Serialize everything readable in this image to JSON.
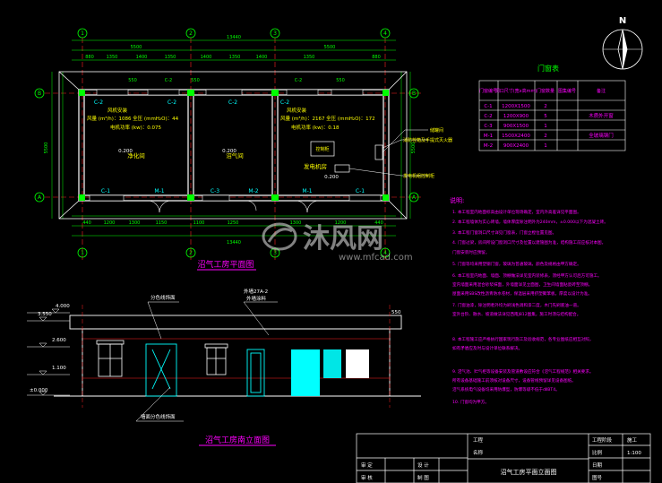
{
  "plan": {
    "title": "沼气工房平面图",
    "grid_top": [
      "1",
      "2",
      "3",
      "4"
    ],
    "grid_side": [
      "A",
      "B"
    ],
    "total_dim": "13440",
    "half_dims": [
      "5500",
      "5500"
    ],
    "wall_end": "880",
    "top_segments": [
      "880",
      "1350",
      "1400",
      "1350",
      "1400",
      "1350",
      "1400",
      "1350",
      "880"
    ],
    "bottom_segments": [
      "440",
      "1200",
      "1300",
      "1150",
      "1100",
      "1250",
      "1300",
      "1200",
      "440"
    ],
    "side_dim": "5500",
    "room_codes": [
      "C-2",
      "C-2",
      "C-2",
      "C-2",
      "C-1",
      "M-1",
      "C-3",
      "M-2",
      "M-1",
      "C-1"
    ],
    "top_codes": [
      "550",
      "C-2",
      "C-2",
      "550",
      "550"
    ],
    "room_names": [
      "净化间",
      "沼气间",
      "发电机房"
    ],
    "elevations": [
      "0.200",
      "0.200",
      "0.200"
    ],
    "vent_label": "风机安装",
    "spec_left": [
      "风量 (m³/h)：1086  全压 (mmH₂O)：44",
      "电机功率 (kw)：0.075"
    ],
    "spec_right": [
      "风量 (m³/h)：2167  全压 (mmH₂O)：172",
      "电机功率 (kw)：0.18"
    ],
    "equip_label": "控制柜",
    "notes_right": [
      "储罐间",
      "消防栓箱及手提式灭火器",
      "发电机组控制柜"
    ]
  },
  "door_table": {
    "title": "门窗表",
    "headers": [
      "门窗编号",
      "洞口尺寸(宽x高mm)",
      "门窗数量",
      "图集编号",
      "备注"
    ],
    "rows": [
      [
        "C-1",
        "1200X1500",
        "2",
        "",
        ""
      ],
      [
        "C-2",
        "1200X900",
        "5",
        "",
        "木质外开窗"
      ],
      [
        "C-3",
        "900X1500",
        "1",
        "",
        ""
      ],
      [
        "M-1",
        "1500X2400",
        "2",
        "",
        "全玻璃钢门"
      ],
      [
        "M-2",
        "900X2400",
        "1",
        "",
        ""
      ]
    ]
  },
  "notes": {
    "heading": "说明:",
    "lines": [
      "1. 本工程室内地面标高由设计单位现场确定，室内外高差详见平面图。",
      "2. 本工程墙体为实心砖墙，墙体厚度除注明外为240mm，±0.000以下为混凝土砖。",
      "3. 本工程门窗洞口尺寸详见门窗表，门窗立樘位置见图。",
      "4. 门窗过梁，房间所设门窗洞口尺寸及位置以建施图为准，结构施工前应核对本图，",
      "   门窗安装时应预留。",
      "5. 门窗等均采用塑钢门窗，玻璃为普通玻璃，颜色及规格由甲方确定。",
      "6. 本工程室内地面、墙面、顶棚做法详见室内装修表，须经甲方认可后方可施工。",
      "   室内墙面采用混合砂浆抹面，外墙面详见立面图，卫生间墙面贴瓷砖至顶棚。",
      "   屋面采用SBS改性沥青防水卷材，保温层采用挤塑聚苯板，厚度以设计为准。",
      "7. 门窗油漆，除注明者外均为刷浅色调和漆二度，木门先刷底油一道。",
      "   室外台阶、散水、坡道做法详见西南J812图集，施工时须与结构配合。",
      "8. 本工程施工应严格执行国家现行施工及验收规范，各专业图纸应相互对照，",
      "   如有矛盾应及时与设计单位联系解决。",
      "9. 沼气池、贮气柜等设备安装及管道敷设应符合《沼气工程规范》相关要求。",
      "   所有设备基础施工前须核对设备尺寸，设备管线预留详见设备图纸。",
      "   沼气系统电气设备均采用防爆型，防爆等级不低于dⅡBT4。",
      "10. 门窗均为甲方。"
    ]
  },
  "elevation": {
    "title": "沼气工房南立面图",
    "levels": [
      "4.000",
      "3.550",
      "2.600",
      "1.100",
      "±0.000"
    ],
    "callout_left": "分色线饰面",
    "callout_right": [
      "外墙27A-2",
      "外墙涂料"
    ],
    "callout_bottom": "墙面分色线饰面",
    "parapet_dim": "550"
  },
  "north": {
    "label": "N"
  },
  "title_block": {
    "project_label": "工程",
    "project_name_label": "名称",
    "drawing_title": "沼气工房平面立面图",
    "stage_label": "工程阶段",
    "stage_value": "施工",
    "scale_label": "比例",
    "scale_value": "1:100",
    "date_label": "日期",
    "sheet_label": "图号",
    "roles": [
      "审 定",
      "审 核",
      "设 计",
      "制 图"
    ]
  },
  "watermark": {
    "brand": "沐风网",
    "url": "www.mfcad.com"
  },
  "colors": {
    "background": "#000000",
    "wall": "#ffffff",
    "dimension": "#00ff00",
    "text": "#ffff00",
    "room_code": "#00ffff",
    "note_text": "#ff00ff",
    "title": "#ff00ff",
    "frame": "#ff0000",
    "accent": "#00ffff"
  }
}
